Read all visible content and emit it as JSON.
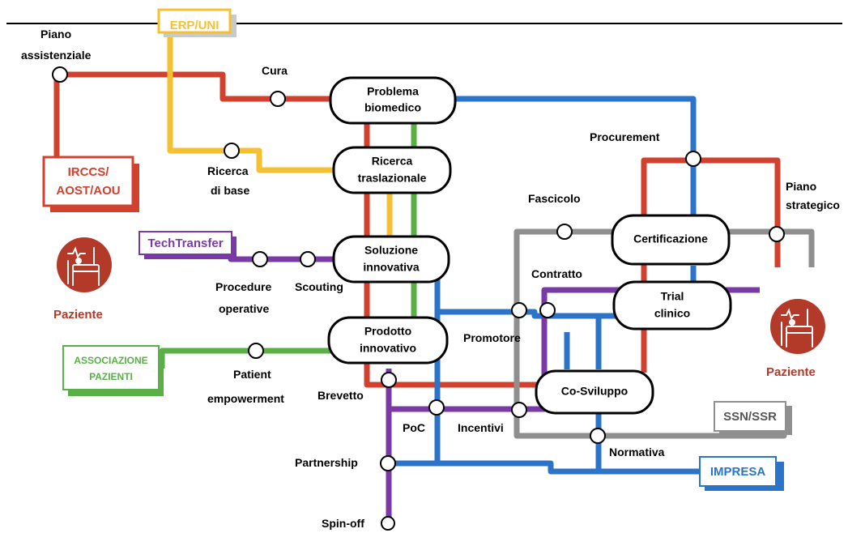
{
  "colors": {
    "red": "#d2402e",
    "yellow": "#f6c033",
    "blue": "#2b74c8",
    "green": "#5aaf47",
    "purple": "#7a3aa6",
    "grey": "#8f8f8f",
    "patient": "#b33a28"
  },
  "boxes": {
    "erp": "ERP/UNI",
    "irccs": [
      "IRCCS/",
      "AOST/AOU"
    ],
    "techtransfer": "TechTransfer",
    "associazione": [
      "ASSOCIAZIONE",
      "PAZIENTI"
    ],
    "ssn": "SSN/SSR",
    "impresa": "IMPRESA"
  },
  "stations": {
    "problema": [
      "Problema",
      "biomedico"
    ],
    "ricerca": [
      "Ricerca",
      "traslazionale"
    ],
    "soluzione": [
      "Soluzione",
      "innovativa"
    ],
    "prodotto": [
      "Prodotto",
      "innovativo"
    ],
    "certificazione": [
      "Certificazione"
    ],
    "trial": [
      "Trial",
      "clinico"
    ],
    "cosviluppo": [
      "Co-Sviluppo"
    ]
  },
  "stops": {
    "piano_assistenziale": [
      "Piano",
      "assistenziale"
    ],
    "cura": "Cura",
    "ricerca_base": [
      "Ricerca",
      "di base"
    ],
    "procurement": "Procurement",
    "fascicolo": "Fascicolo",
    "piano_strategico": [
      "Piano",
      "strategico"
    ],
    "procedure": [
      "Procedure",
      "operative"
    ],
    "scouting": "Scouting",
    "contratto": "Contratto",
    "promotore": "Promotore",
    "patient_empowerment": [
      "Patient",
      "empowerment"
    ],
    "brevetto": "Brevetto",
    "poc": "PoC",
    "incentivi": "Incentivi",
    "normativa": "Normativa",
    "partnership": "Partnership",
    "spinoff": "Spin-off"
  },
  "patients": {
    "left": "Paziente",
    "right": "Paziente"
  },
  "icons": [
    "hospital-bed-icon",
    "hospital-bed-icon"
  ]
}
